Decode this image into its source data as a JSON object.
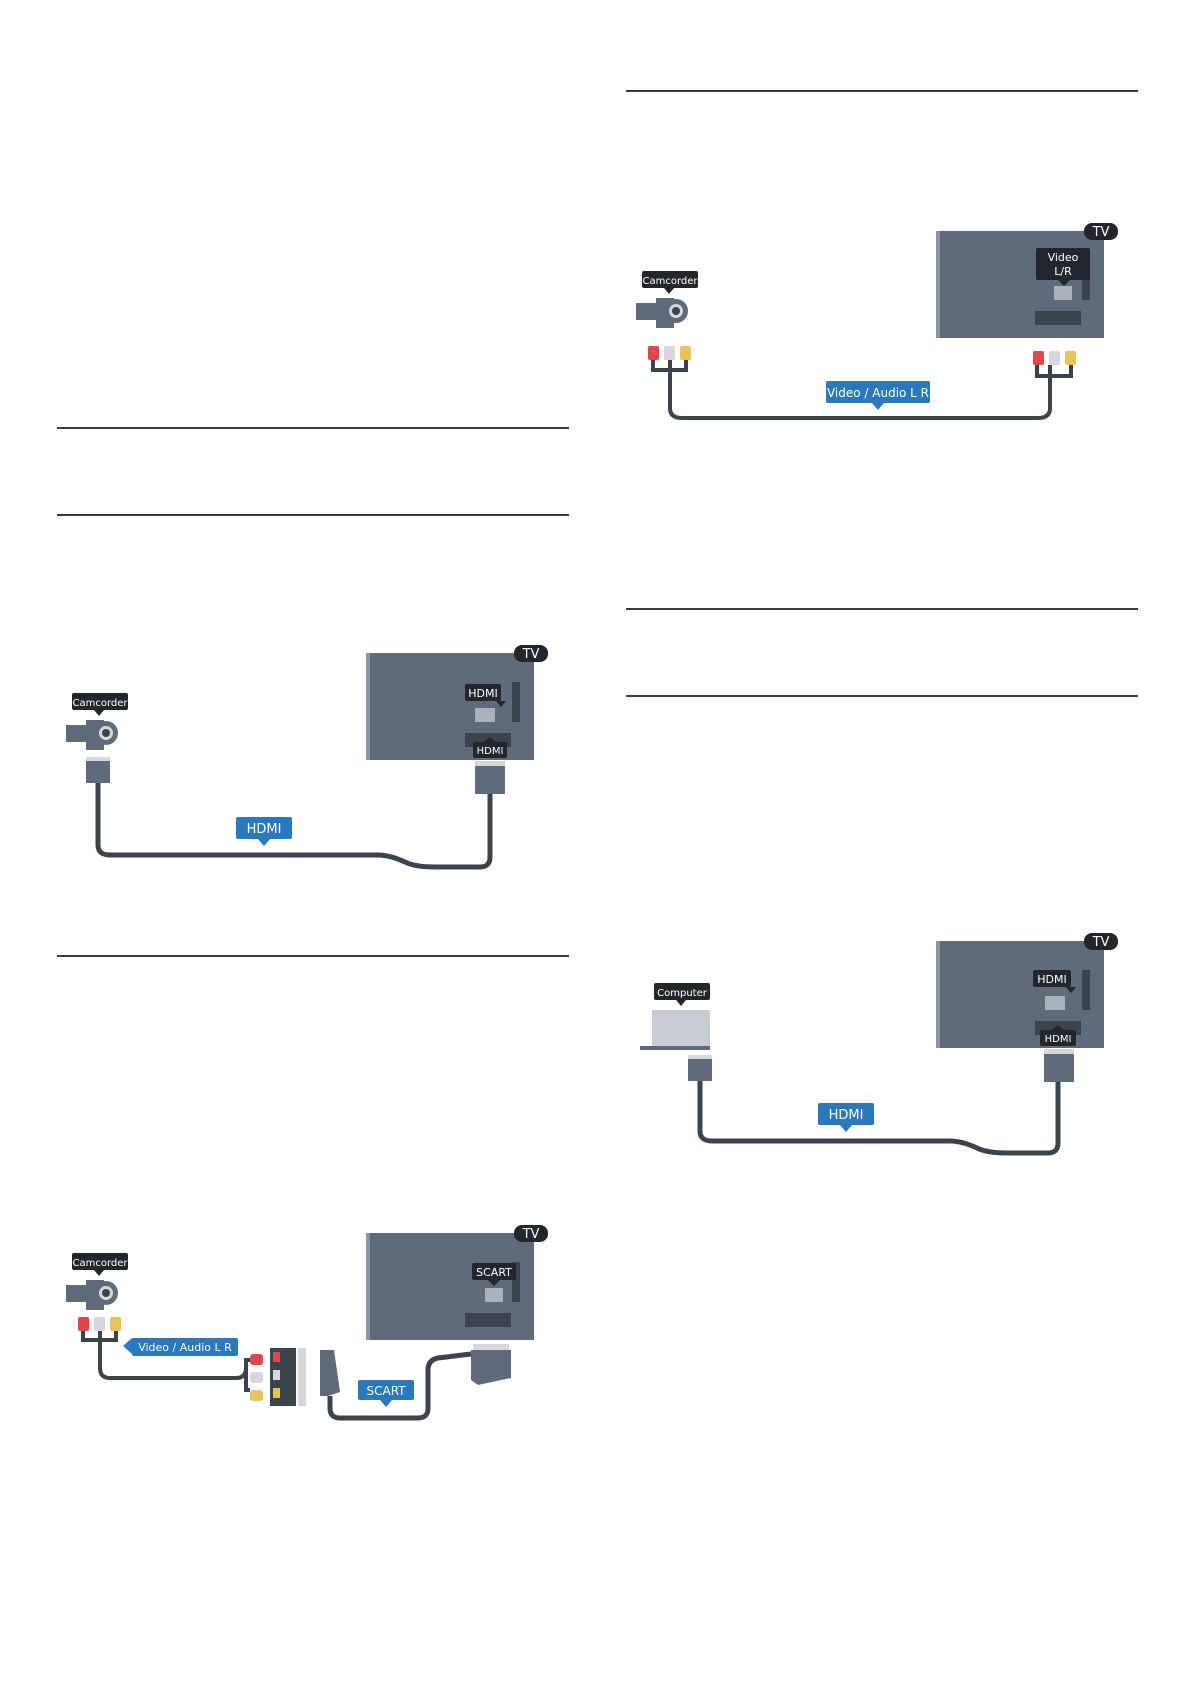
{
  "diagrams": {
    "camcorder_hdmi": {
      "device_label": "Camcorder",
      "tv_badge": "TV",
      "tv_port_label": "HDMI",
      "tv_plug_label": "HDMI",
      "cable_label": "HDMI"
    },
    "camcorder_scart": {
      "device_label": "Camcorder",
      "tv_badge": "TV",
      "tv_port_label": "SCART",
      "input_cable_label": "Video / Audio L R",
      "cable_label": "SCART"
    },
    "camcorder_video_audio": {
      "device_label": "Camcorder",
      "tv_badge": "TV",
      "tv_port_label_line1": "Video",
      "tv_port_label_line2": "L/R",
      "cable_label": "Video / Audio L R"
    },
    "computer_hdmi": {
      "device_label": "Computer",
      "tv_badge": "TV",
      "tv_port_label": "HDMI",
      "tv_plug_label": "HDMI",
      "cable_label": "HDMI"
    }
  },
  "colors": {
    "tv_body": "#5f6a7a",
    "device": "#5f6a7a",
    "cable": "#3b434d",
    "label_dark": "#23272d",
    "label_blue": "#2a78bd",
    "rca_red": "#e0474c",
    "rca_white": "#d6d8dc",
    "rca_yellow": "#e8c35a"
  }
}
